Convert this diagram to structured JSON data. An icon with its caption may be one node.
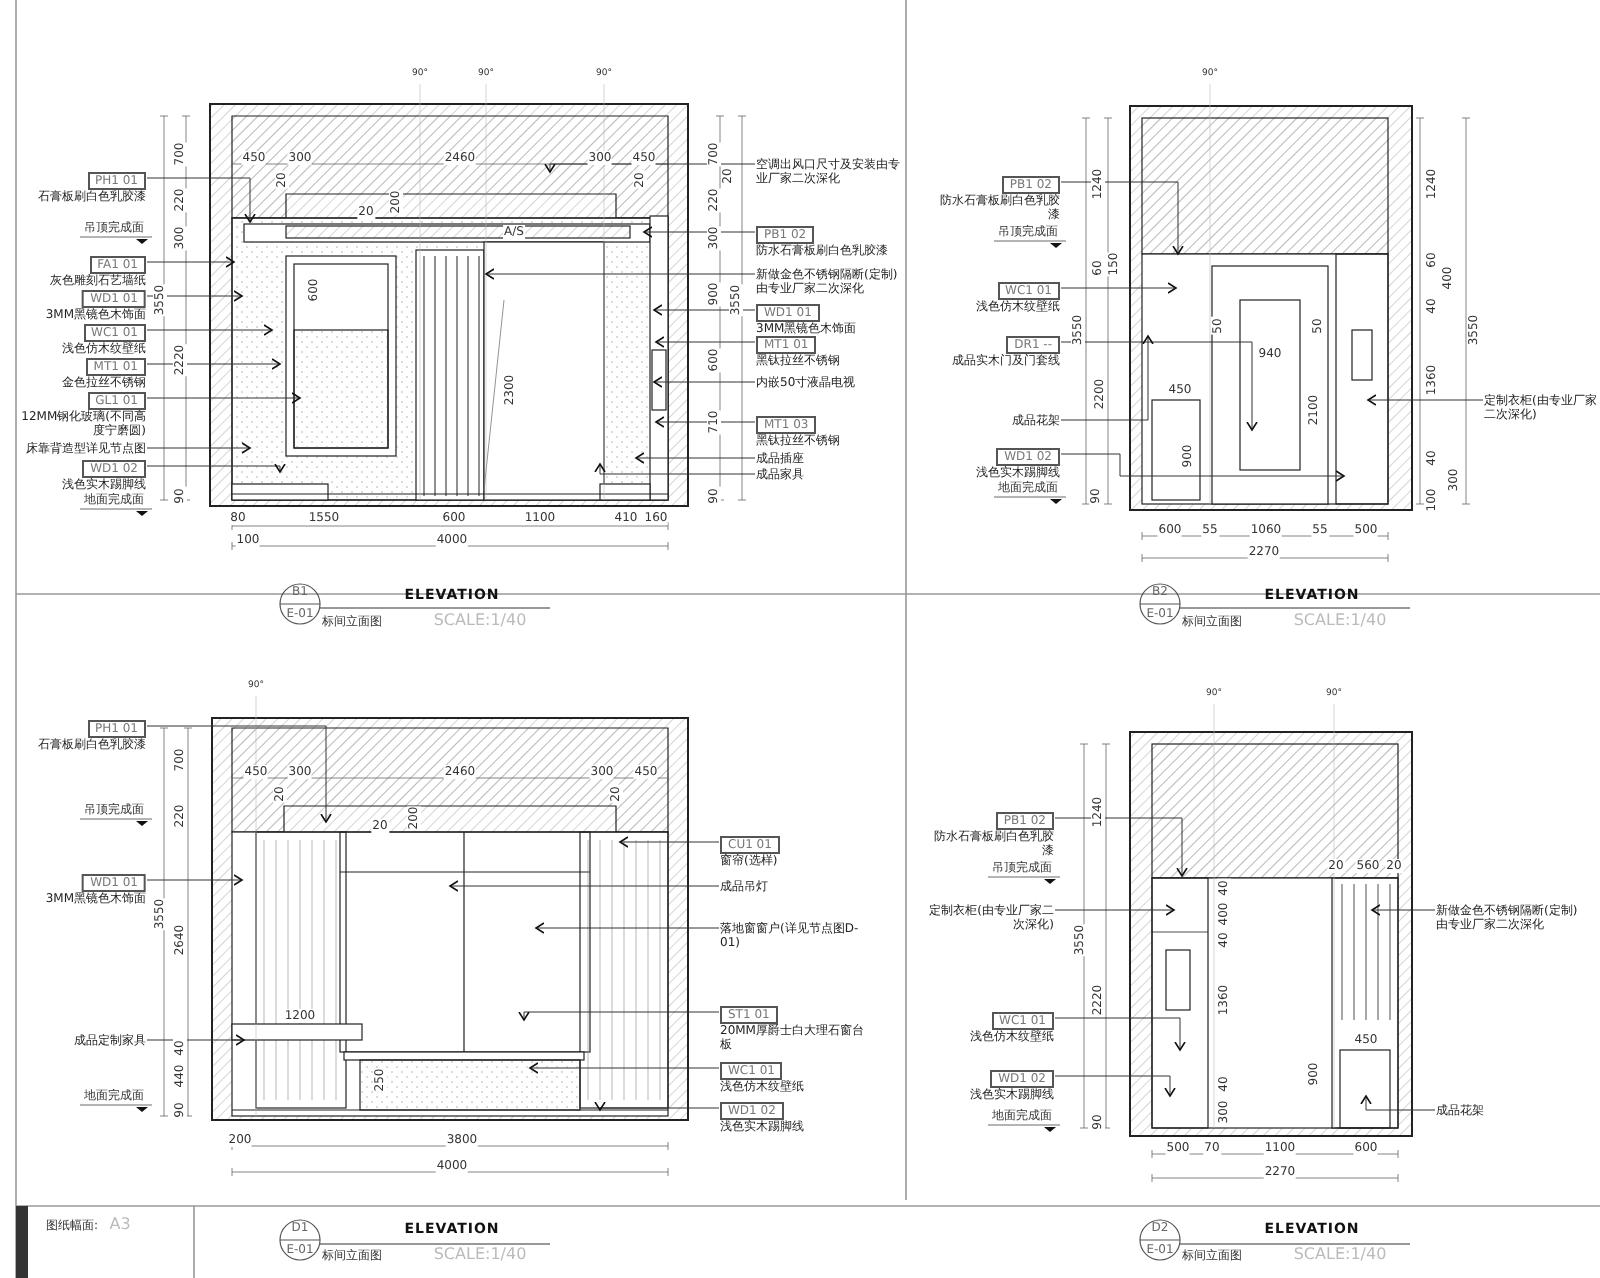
{
  "diagram": {
    "nodes": [
      {
        "text": [
          "PH1 01",
          "石膏板刷白色乳胶漆"
        ]
      },
      {
        "text": [
          "FA1 01",
          "灰色雕刻石艺墙纸"
        ]
      },
      {
        "text": [
          "WD1 01",
          "3MM黑镜色木饰面"
        ]
      },
      {
        "text": [
          "WC1 01",
          "浅色仿木纹壁纸"
        ]
      },
      {
        "text": [
          "MT1 01",
          "金色拉丝不锈钢"
        ]
      },
      {
        "text": [
          "GL1 01",
          "12MM钢化玻璃(不同高度宁磨圆)"
        ]
      },
      {
        "text": [
          "床靠背造型详见节点图"
        ]
      },
      {
        "text": [
          "WD1 02",
          "浅色实木踢脚线"
        ]
      },
      {
        "text": [
          "空调出风口尺寸及安装由专业厂家二次深化"
        ]
      },
      {
        "text": [
          "PB1 02",
          "防水石膏板刷白色乳胶漆"
        ]
      },
      {
        "text": [
          "新做金色不锈钢隔断(定制)由专业厂家二次深化"
        ]
      },
      {
        "text": [
          "WD1 01",
          "3MM黑镜色木饰面"
        ]
      },
      {
        "text": [
          "MT1 01",
          "黑钛拉丝不锈钢"
        ]
      },
      {
        "text": [
          "内嵌50寸液晶电视"
        ]
      },
      {
        "text": [
          "MT1 03",
          "黑钛拉丝不锈钢"
        ]
      },
      {
        "text": [
          "成品插座"
        ]
      },
      {
        "text": [
          "成品家具"
        ]
      },
      {
        "text": [
          "PB1 02",
          "防水石膏板刷白色乳胶漆"
        ]
      },
      {
        "text": [
          "WC1 01",
          "浅色仿木纹壁纸"
        ]
      },
      {
        "text": [
          "DR1 --",
          "成品实木门及门套线"
        ]
      },
      {
        "text": [
          "成品花架"
        ]
      },
      {
        "text": [
          "WD1 02",
          "浅色实木踢脚线"
        ]
      },
      {
        "text": [
          "定制衣柜(由专业厂家二次深化)"
        ]
      },
      {
        "text": [
          "PH1 01",
          "石膏板刷白色乳胶漆"
        ]
      },
      {
        "text": [
          "WD1 01",
          "3MM黑镜色木饰面"
        ]
      },
      {
        "text": [
          "成品定制家具"
        ]
      },
      {
        "text": [
          "CU1 01",
          "窗帘(选样)"
        ]
      },
      {
        "text": [
          "成品吊灯"
        ]
      },
      {
        "text": [
          "落地窗窗户(详见节点图D-01)"
        ]
      },
      {
        "text": [
          "ST1 01",
          "20MM厚爵士白大理石窗台板"
        ]
      },
      {
        "text": [
          "WC1 01",
          "浅色仿木纹壁纸"
        ]
      },
      {
        "text": [
          "WD1 02",
          "浅色实木踢脚线"
        ]
      },
      {
        "text": [
          "PB1 02",
          "防水石膏板刷白色乳胶漆"
        ]
      },
      {
        "text": [
          "定制衣柜(由专业厂家二次深化)"
        ]
      },
      {
        "text": [
          "WC1 01",
          "浅色仿木纹壁纸"
        ]
      },
      {
        "text": [
          "WD1 02",
          "浅色实木踢脚线"
        ]
      },
      {
        "text": [
          "新做金色不锈钢隔断(定制)由专业厂家二次深化"
        ]
      },
      {
        "text": [
          "成品花架"
        ]
      }
    ],
    "edges": [
      {
        "from": 0,
        "to": null,
        "arrow": "to"
      },
      {
        "from": 1,
        "to": null,
        "arrow": "to"
      },
      {
        "from": 2,
        "to": null,
        "arrow": "to"
      },
      {
        "from": 3,
        "to": null,
        "arrow": "to"
      },
      {
        "from": 4,
        "to": null,
        "arrow": "to"
      },
      {
        "from": 5,
        "to": null,
        "arrow": "to"
      },
      {
        "from": 6,
        "to": null,
        "arrow": "to"
      },
      {
        "from": 7,
        "to": null,
        "arrow": "to"
      },
      {
        "from": 8,
        "to": null,
        "arrow": "to"
      },
      {
        "from": 9,
        "to": null,
        "arrow": "to"
      },
      {
        "from": 10,
        "to": null,
        "arrow": "to"
      },
      {
        "from": 11,
        "to": null,
        "arrow": "to"
      },
      {
        "from": 12,
        "to": null,
        "arrow": "to"
      },
      {
        "from": 13,
        "to": null,
        "arrow": "to"
      },
      {
        "from": 14,
        "to": null,
        "arrow": "to"
      },
      {
        "from": 15,
        "to": null,
        "arrow": "to"
      },
      {
        "from": 16,
        "to": null,
        "arrow": "to"
      },
      {
        "from": 17,
        "to": null,
        "arrow": "to"
      },
      {
        "from": 18,
        "to": null,
        "arrow": "to"
      },
      {
        "from": 19,
        "to": null,
        "arrow": "to"
      },
      {
        "from": 20,
        "to": null,
        "arrow": "to"
      },
      {
        "from": 21,
        "to": null,
        "arrow": "to"
      },
      {
        "from": 22,
        "to": null,
        "arrow": "to"
      },
      {
        "from": 23,
        "to": null,
        "arrow": "to"
      },
      {
        "from": 24,
        "to": null,
        "arrow": "to"
      },
      {
        "from": 25,
        "to": null,
        "arrow": "to"
      },
      {
        "from": 26,
        "to": null,
        "arrow": "to"
      },
      {
        "from": 27,
        "to": null,
        "arrow": "to"
      },
      {
        "from": 28,
        "to": null,
        "arrow": "to"
      },
      {
        "from": 29,
        "to": null,
        "arrow": "to"
      },
      {
        "from": 30,
        "to": null,
        "arrow": "to"
      },
      {
        "from": 31,
        "to": null,
        "arrow": "to"
      },
      {
        "from": 32,
        "to": null,
        "arrow": "to"
      },
      {
        "from": 33,
        "to": null,
        "arrow": "to"
      },
      {
        "from": 34,
        "to": null,
        "arrow": "to"
      },
      {
        "from": 35,
        "to": null,
        "arrow": "to"
      },
      {
        "from": 36,
        "to": null,
        "arrow": "to"
      },
      {
        "from": 37,
        "to": null,
        "arrow": "to"
      }
    ],
    "labels": [
      "90°",
      "90°",
      "90°",
      "700",
      "220",
      "300",
      "3550",
      "2220",
      "90",
      "吊顶完成面",
      "地面完成面",
      "450",
      "300",
      "2460",
      "300",
      "450",
      "20",
      "200",
      "20",
      "A/S",
      "600",
      "2300",
      "20",
      "700",
      "20",
      "220",
      "300",
      "900",
      "600",
      "710",
      "90",
      "3550",
      "80",
      "1550",
      "600",
      "1100",
      "410",
      "160",
      "100",
      "4000",
      "90°",
      "1240",
      "60",
      "150",
      "3550",
      "2200",
      "90",
      "吊顶完成面",
      "地面完成面",
      "50",
      "940",
      "50",
      "2100",
      "450",
      "900",
      "1240",
      "60",
      "400",
      "40",
      "1360",
      "40",
      "300",
      "100",
      "3550",
      "600",
      "55",
      "1060",
      "55",
      "500",
      "2270",
      "90°",
      "700",
      "220",
      "3550",
      "2640",
      "40",
      "440",
      "90",
      "吊顶完成面",
      "地面完成面",
      "450",
      "300",
      "2460",
      "300",
      "450",
      "20",
      "20",
      "200",
      "20",
      "1200",
      "250",
      "200",
      "3800",
      "4000",
      "90°",
      "90°",
      "1240",
      "3550",
      "2220",
      "90",
      "吊顶完成面",
      "地面完成面",
      "20",
      "560",
      "20",
      "40",
      "400",
      "40",
      "1360",
      "40",
      "300",
      "450",
      "900",
      "500",
      "70",
      "1100",
      "600",
      "2270",
      "B1",
      "E-01",
      "ELEVATION",
      "标间立面图",
      "SCALE:1/40",
      "B2",
      "E-01",
      "ELEVATION",
      "标间立面图",
      "SCALE:1/40",
      "D1",
      "E-01",
      "ELEVATION",
      "标间立面图",
      "SCALE:1/40",
      "D2",
      "E-01",
      "ELEVATION",
      "标间立面图",
      "SCALE:1/40",
      "图纸幅面:",
      "A3"
    ]
  }
}
